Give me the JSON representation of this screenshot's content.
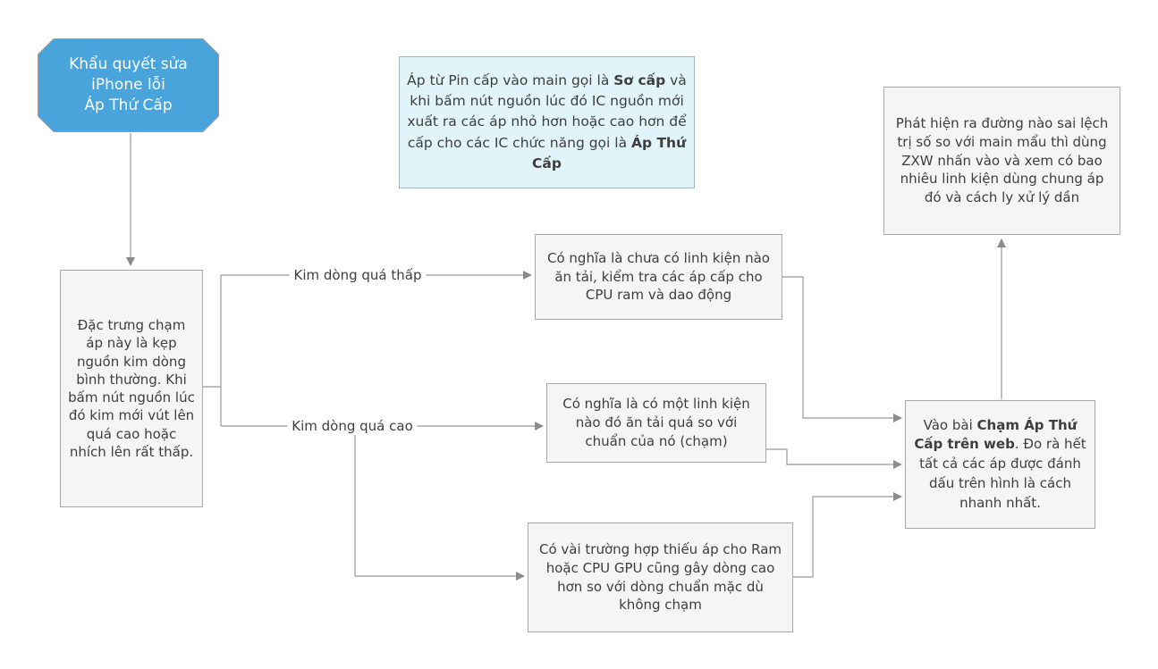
{
  "colors": {
    "canvas-bg": "#ffffff",
    "shape-fill": "#f5f5f5",
    "shape-border": "#a8a8a8",
    "note-fill": "#e1f4f9",
    "note-border": "#9db9c0",
    "accent-blue": "#4aa4dc",
    "accent-blue-border": "#9c9c9c",
    "text-dark": "#3e3e3e",
    "connector": "#999999",
    "arrowhead": "#8c8c8c"
  },
  "nodes": {
    "start": {
      "lines": [
        "Khẩu quyết sửa",
        "iPhone lỗi",
        "Áp Thứ Cấp"
      ]
    },
    "note": {
      "seg1": "Áp từ Pin cấp vào main gọi là ",
      "bold1": "Sơ cấp",
      "seg2": " và khi bấm nút nguồn lúc đó IC nguồn mới xuất ra các áp nhỏ hơn hoặc cao hơn để cấp cho các IC chức năng gọi là ",
      "bold2": "Áp Thứ Cấp"
    },
    "symptom": {
      "text": "Đặc trưng chạm áp này là kẹp nguồn kim dòng bình thường. Khi bấm nút nguồn lúc đó kim mới vút lên quá cao hoặc nhích lên rất thấp."
    },
    "needle_low": {
      "text": "Có nghĩa là chưa có linh kiện nào ăn tải, kiểm tra các áp cấp cho CPU ram và dao động"
    },
    "needle_high": {
      "text": "Có nghĩa là có một linh kiện nào đó ăn tải quá so với chuẩn của nó (chạm)"
    },
    "voltage_lack": {
      "text": "Có vài trường hợp thiếu áp cho Ram hoặc CPU GPU cũng gây dòng cao hơn so với dòng chuẩn mặc dù không chạm"
    },
    "web_guide": {
      "seg1": "Vào bài ",
      "bold1": "Chạm Áp Thứ Cấp trên web",
      "seg2": ". Đo rà hết tất cả các áp được đánh dấu trên hình là cách nhanh nhất."
    },
    "detect": {
      "text": "Phát hiện ra đường nào sai lệch trị số so với main mẩu thì dùng ZXW nhấn vào và xem có bao nhiêu linh kiện dùng chung áp đó và cách ly xử lý dần"
    }
  },
  "edge_labels": {
    "needle_low": "Kim dòng quá thấp",
    "needle_high": "Kim dòng quá cao"
  }
}
